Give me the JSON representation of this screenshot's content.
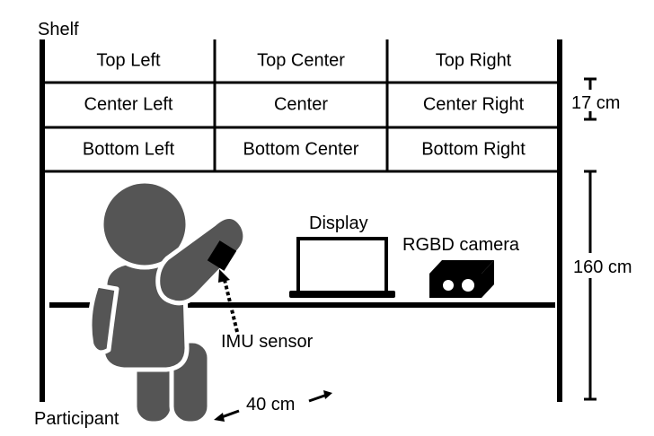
{
  "shelf": {
    "title": "Shelf",
    "grid": [
      [
        "Top Left",
        "Top Center",
        "Top Right"
      ],
      [
        "Center Left",
        "Center",
        "Center Right"
      ],
      [
        "Bottom Left",
        "Bottom Center",
        "Bottom Right"
      ]
    ]
  },
  "dimensions": {
    "row_height": "17 cm",
    "shelf_height": "160 cm",
    "distance": "40 cm"
  },
  "labels": {
    "display": "Display",
    "camera": "RGBD camera",
    "imu": "IMU sensor",
    "participant": "Participant"
  },
  "icons": {
    "person": "person-icon",
    "laptop": "laptop-icon",
    "camera": "camera-icon",
    "sensor": "imu-sensor-icon"
  }
}
